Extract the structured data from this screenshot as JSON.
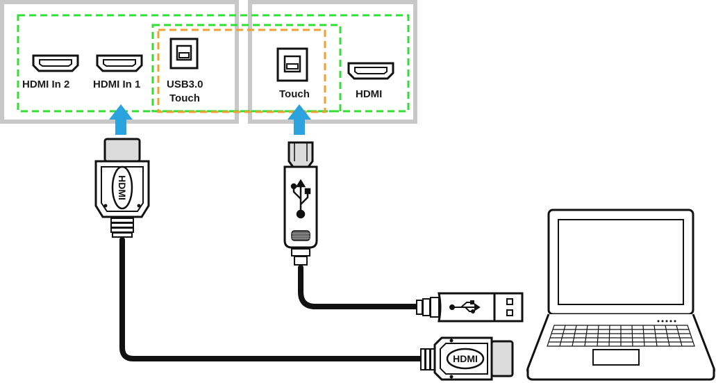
{
  "ports": {
    "hdmi_in_2": "HDMI In 2",
    "hdmi_in_1": "HDMI In 1",
    "usb30_line1": "USB3.0",
    "usb30_line2": "Touch",
    "touch": "Touch",
    "hdmi": "HDMI"
  },
  "cables": {
    "hdmi_logo": "HDMI"
  },
  "colors": {
    "panel_border": "#c8c8c8",
    "group_green": "#33dd33",
    "group_orange": "#f0a030",
    "arrow": "#2aa3de",
    "cable": "#111111",
    "plug_gray": "#dcdcdc"
  },
  "icons": [
    "hdmi-port-icon",
    "usb-b-port-icon",
    "usb-trident-icon",
    "laptop-icon"
  ]
}
